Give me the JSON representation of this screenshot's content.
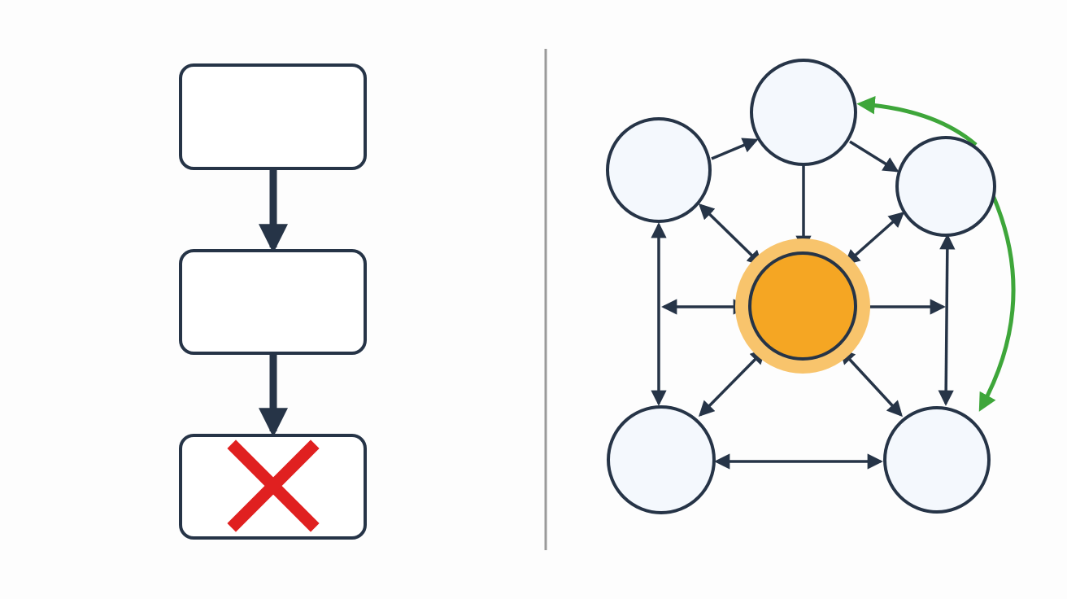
{
  "colors": {
    "background": "#fdfdfd",
    "stroke": "#263447",
    "box_fill": "#ffffff",
    "node_fill": "#f4f8fd",
    "hub_fill": "#f5a623",
    "hub_glow": "#f8c46c",
    "fail_mark": "#e02020",
    "feedback_arrow": "#3ea63a",
    "divider": "#9a9a9a"
  },
  "left_panel": {
    "boxes": [
      {
        "id": "step-1",
        "status": "normal"
      },
      {
        "id": "step-2",
        "status": "normal"
      },
      {
        "id": "step-3",
        "status": "failed"
      }
    ],
    "connections": [
      {
        "from": "step-1",
        "to": "step-2"
      },
      {
        "from": "step-2",
        "to": "step-3"
      }
    ],
    "icons": {
      "fail": "cross-mark-icon"
    }
  },
  "right_panel": {
    "nodes": [
      {
        "id": "top",
        "type": "peer"
      },
      {
        "id": "upper-left",
        "type": "peer"
      },
      {
        "id": "upper-right",
        "type": "peer"
      },
      {
        "id": "lower-left",
        "type": "peer"
      },
      {
        "id": "lower-right",
        "type": "peer"
      },
      {
        "id": "center",
        "type": "hub"
      }
    ],
    "edges": [
      {
        "from": "upper-left",
        "to": "top",
        "direction": "forward"
      },
      {
        "from": "top",
        "to": "upper-right",
        "direction": "forward"
      },
      {
        "from": "top",
        "to": "center",
        "direction": "forward"
      },
      {
        "from": "upper-left",
        "to": "center",
        "direction": "both"
      },
      {
        "from": "upper-right",
        "to": "center",
        "direction": "both"
      },
      {
        "from": "lower-left",
        "to": "center",
        "direction": "both"
      },
      {
        "from": "lower-right",
        "to": "center",
        "direction": "both"
      },
      {
        "from": "center",
        "to": "left-gap",
        "direction": "both"
      },
      {
        "from": "center",
        "to": "right-gap",
        "direction": "forward"
      },
      {
        "from": "upper-left",
        "to": "lower-left",
        "direction": "both"
      },
      {
        "from": "upper-right",
        "to": "lower-right",
        "direction": "both"
      },
      {
        "from": "lower-left",
        "to": "lower-right",
        "direction": "both"
      },
      {
        "from": "upper-right",
        "to": "top",
        "direction": "forward",
        "style": "feedback-curve"
      },
      {
        "from": "upper-right",
        "to": "lower-right",
        "direction": "forward",
        "style": "feedback-curve"
      }
    ]
  }
}
